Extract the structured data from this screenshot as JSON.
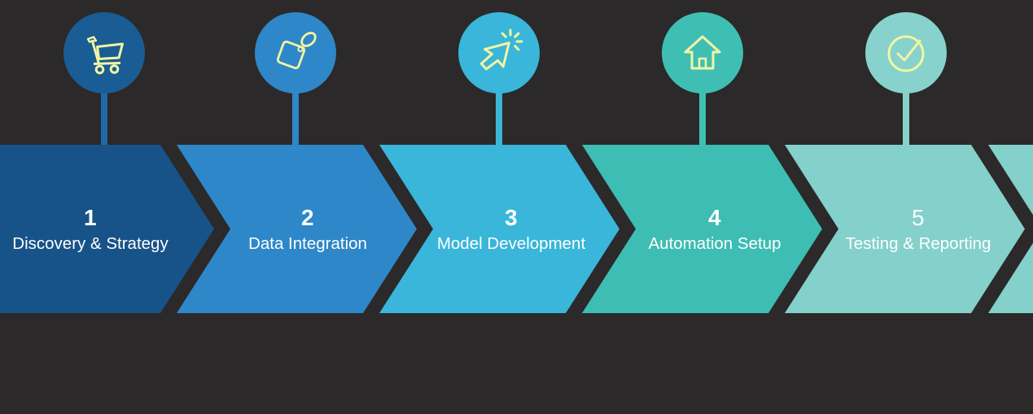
{
  "background_color": "#2b2929",
  "icon_stroke_color": "#f2f5a3",
  "text_color": "#ffffff",
  "steps": [
    {
      "number": "1",
      "label": "Discovery & Strategy",
      "icon": "shopping-cart-icon",
      "color": "#175389",
      "circle_color": "#1a5c94",
      "connector_color": "#1e6aa6"
    },
    {
      "number": "2",
      "label": "Data Integration",
      "icon": "price-tag-icon",
      "color": "#2e87c8",
      "circle_color": "#2e87c8",
      "connector_color": "#2e87c8"
    },
    {
      "number": "3",
      "label": "Model Development",
      "icon": "click-cursor-icon",
      "color": "#39b6d9",
      "circle_color": "#39b6d9",
      "connector_color": "#39b6d9"
    },
    {
      "number": "4",
      "label": "Automation Setup",
      "icon": "house-icon",
      "color": "#3dbdb3",
      "circle_color": "#3fbfb4",
      "connector_color": "#3fbfb4"
    },
    {
      "number": "5",
      "label": "Testing & Reporting",
      "icon": "check-circle-icon",
      "color": "#84d0ca",
      "circle_color": "#87d2cc",
      "connector_color": "#87d2cc"
    }
  ],
  "next_step_partial_color": "#84d0ca"
}
